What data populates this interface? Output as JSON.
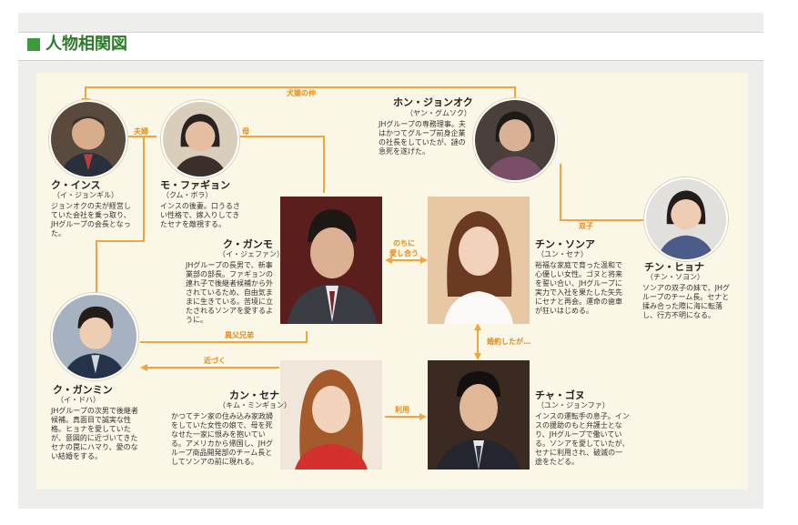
{
  "page": {
    "title": "人物相関図"
  },
  "colors": {
    "accent": "#e8900f",
    "title": "#2c7a2a",
    "panel": "#faf7e6"
  },
  "characters": {
    "ku_insu": {
      "name": "ク・インス",
      "reading": "（イ・ジョンギル）",
      "desc": "ジョンオクの夫が経営していた会社を乗っ取り、JHグループの会長となった。"
    },
    "mo_fajon": {
      "name": "モ・ファギョン",
      "reading": "（クム・ボラ）",
      "desc": "インスの後妻。口うるさい性格で、嫁入りしてきたセナを敵視する。"
    },
    "hon_jonok": {
      "name": "ホン・ジョンオク",
      "reading": "（ヤン・グムソク）",
      "desc": "JHグループの専務理事。夫はかつてグループ前身企業の社長をしていたが、謎の急死を遂げた。"
    },
    "chin_hyona": {
      "name": "チン・ヒョナ",
      "reading": "（チン・ソヨン）",
      "desc": "ソンアの双子の妹で、JHグループのチーム長。セナと揉み合った際に海に転落し、行方不明になる。"
    },
    "ku_ganmo": {
      "name": "ク・ガンモ",
      "reading": "（イ・ジェファン）",
      "desc": "JHグループの長男で、新事業部の部長。ファギョンの連れ子で後継者候補から外されているため、自由気ままに生きている。苦境に立たされるソンアを愛するように。"
    },
    "chin_sonua": {
      "name": "チン・ソンア",
      "reading": "（ユン・セナ）",
      "desc": "裕福な家庭で育った温和で心優しい女性。ゴヌと将来を誓い合い、JHグループに実力で入社を果たした矢先にセナと再会。運命の歯車が狂いはじめる。"
    },
    "ku_ganmin": {
      "name": "ク・ガンミン",
      "reading": "（イ・ドハ）",
      "desc": "JHグループの次男で後継者候補。真面目で誠実な性格。ヒョナを愛していたが、意図的に近づいてきたセナの罠にハマり、愛のない結婚をする。"
    },
    "kan_sena": {
      "name": "カン・セナ",
      "reading": "（キム・ミンギョン）",
      "desc": "かつてチン家の住み込み家政婦をしていた女性の娘で、母を死なせた一家に恨みを抱いている。アメリカから帰国し、JHグループ商品開発部のチーム長としてソンアの前に現れる。"
    },
    "cha_gonu": {
      "name": "チャ・ゴヌ",
      "reading": "（ユン・ジョンファ）",
      "desc": "インスの運転手の息子。インスの援助のもと弁護士となり、JHグループで働いている。ソンアを愛していたが、セナに利用され、破滅の一途をたどる。"
    }
  },
  "relations": {
    "rivals": "犬猿の仲",
    "couple": "夫婦",
    "mother": "母",
    "twins": "双子",
    "later_love": "のちに\n愛し合う",
    "half_brothers": "異父兄弟",
    "approach": "近づく",
    "engaged": "婚約したが…",
    "use": "利用"
  }
}
